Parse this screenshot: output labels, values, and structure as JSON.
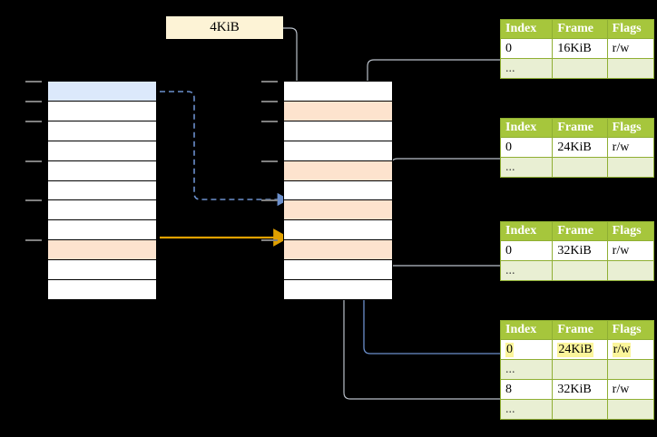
{
  "diagram": {
    "title": "page-table-walk-diagram",
    "page_size_label": "4KiB",
    "colors": {
      "header_green": "#a6c63c",
      "ellipsis_row": "#e9efd3",
      "highlight_yellow": "#fbf59b",
      "orange_cell": "#fde3ce",
      "blue_cell": "#dce9fb",
      "chip_bg": "#fdf3d6",
      "blue_arrow": "#6b8fcc",
      "orange_arrow": "#e8a800",
      "gray_arrow": "#b3b3b3"
    }
  },
  "left_column": {
    "name": "virtual-address-space",
    "cells": [
      {
        "fill": "blue",
        "tick": true
      },
      {
        "fill": "white",
        "tick": true
      },
      {
        "fill": "white",
        "tick": true
      },
      {
        "fill": "white",
        "tick": false
      },
      {
        "fill": "white",
        "tick": true
      },
      {
        "fill": "white",
        "tick": false
      },
      {
        "fill": "white",
        "tick": true
      },
      {
        "fill": "white",
        "tick": false
      },
      {
        "fill": "orange",
        "tick": true
      },
      {
        "fill": "white",
        "tick": false
      },
      {
        "fill": "white",
        "tick": false
      }
    ]
  },
  "middle_column": {
    "name": "physical-memory",
    "cells": [
      {
        "fill": "white",
        "tick": true
      },
      {
        "fill": "orange",
        "tick": true
      },
      {
        "fill": "white",
        "tick": true
      },
      {
        "fill": "white",
        "tick": false
      },
      {
        "fill": "orange",
        "tick": true
      },
      {
        "fill": "white",
        "tick": false
      },
      {
        "fill": "orange",
        "tick": true
      },
      {
        "fill": "white",
        "tick": false
      },
      {
        "fill": "orange",
        "tick": true
      },
      {
        "fill": "white",
        "tick": false
      },
      {
        "fill": "white",
        "tick": false
      }
    ]
  },
  "tables": [
    {
      "name": "page-table-level-1",
      "headers": [
        "Index",
        "Frame",
        "Flags"
      ],
      "rows": [
        {
          "cells": [
            "0",
            "16KiB",
            "r/w"
          ],
          "type": "data",
          "highlight": []
        },
        {
          "cells": [
            "...",
            "",
            ""
          ],
          "type": "ellipsis",
          "highlight": []
        }
      ]
    },
    {
      "name": "page-table-level-2",
      "headers": [
        "Index",
        "Frame",
        "Flags"
      ],
      "rows": [
        {
          "cells": [
            "0",
            "24KiB",
            "r/w"
          ],
          "type": "data",
          "highlight": []
        },
        {
          "cells": [
            "...",
            "",
            ""
          ],
          "type": "ellipsis",
          "highlight": []
        }
      ]
    },
    {
      "name": "page-table-level-3",
      "headers": [
        "Index",
        "Frame",
        "Flags"
      ],
      "rows": [
        {
          "cells": [
            "0",
            "32KiB",
            "r/w"
          ],
          "type": "data",
          "highlight": []
        },
        {
          "cells": [
            "...",
            "",
            ""
          ],
          "type": "ellipsis",
          "highlight": []
        }
      ]
    },
    {
      "name": "page-table-level-4",
      "headers": [
        "Index",
        "Frame",
        "Flags"
      ],
      "rows": [
        {
          "cells": [
            "0",
            "24KiB",
            "r/w"
          ],
          "type": "data",
          "highlight": [
            0,
            1,
            2
          ]
        },
        {
          "cells": [
            "...",
            "",
            ""
          ],
          "type": "ellipsis",
          "highlight": []
        },
        {
          "cells": [
            "8",
            "32KiB",
            "r/w"
          ],
          "type": "data",
          "highlight": []
        },
        {
          "cells": [
            "...",
            "",
            ""
          ],
          "type": "ellipsis",
          "highlight": []
        }
      ]
    }
  ]
}
